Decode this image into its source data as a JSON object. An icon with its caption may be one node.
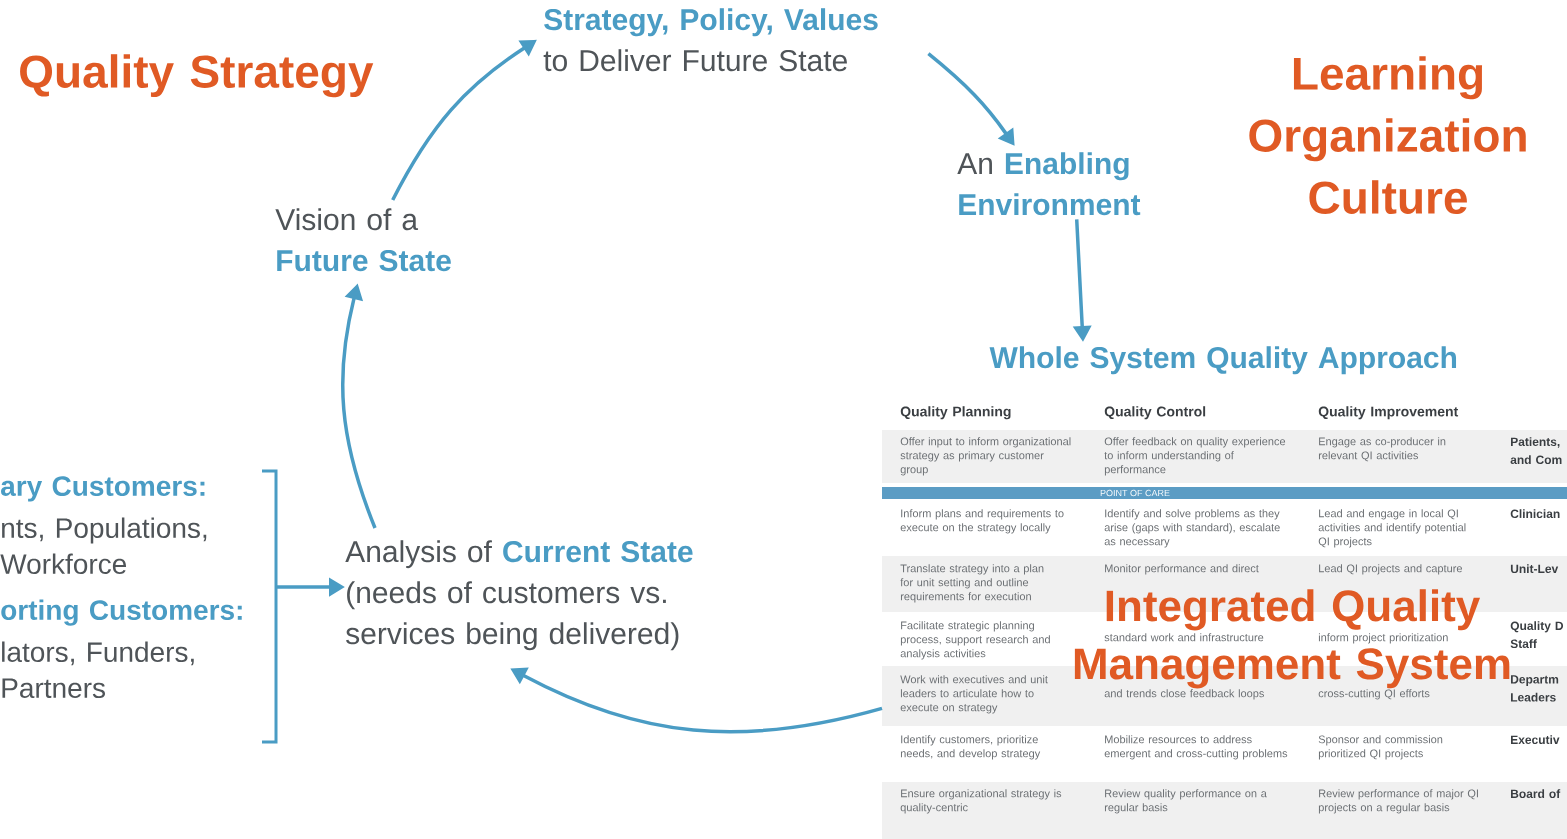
{
  "diagram": {
    "nodes": [
      {
        "text": [
          "Strategy, Policy, Values",
          "to Deliver Future State"
        ]
      },
      {
        "text": [
          "An",
          "Enabling Environment"
        ]
      },
      {
        "text": [
          "Whole System Quality Approach"
        ]
      },
      {
        "text": [
          "Analysis of",
          "Current State",
          "(needs of customers vs. services being delivered)"
        ]
      },
      {
        "text": [
          "Vision of a",
          "Future State"
        ]
      },
      {
        "text": [
          "ary Customers:",
          "nts, Populations, Workforce",
          "orting Customers:",
          "lators, Funders, Partners"
        ]
      }
    ],
    "edges": [
      {
        "from": 4,
        "to": 0,
        "arrow": "to"
      },
      {
        "from": 0,
        "to": 1,
        "arrow": "to"
      },
      {
        "from": 1,
        "to": 2,
        "arrow": "to"
      },
      {
        "from": 2,
        "to": 3,
        "arrow": "to"
      },
      {
        "from": 3,
        "to": 4,
        "arrow": "to"
      },
      {
        "from": 5,
        "to": 3,
        "arrow": "to"
      }
    ],
    "labels": [
      "Quality Strategy",
      "Learning Organization Culture",
      "Quality Planning",
      "Quality Control",
      "Quality Improvement",
      "Offer input to inform organizational strategy as primary customer group",
      "Offer feedback on quality experience to inform understanding of performance",
      "Engage as co-producer in relevant QI activities",
      "Patients, and Com",
      "POINT OF CARE",
      "Inform plans and requirements to execute on the strategy locally",
      "Identify and solve problems as they arise (gaps with standard), escalate as necessary",
      "Lead and engage in local QI activities and identify potential QI projects",
      "Clinician",
      "Translate strategy into a plan for unit setting and outline requirements for execution",
      "Monitor performance and direct",
      "Lead QI projects and capture",
      "Unit-Lev",
      "Facilitate strategic planning process, support research and analysis activities",
      "standard work and infrastructure",
      "inform project prioritization",
      "Quality D Staff",
      "Work with executives and unit leaders to articulate how to execute on strategy",
      "and trends close feedback loops",
      "cross-cutting QI efforts",
      "Departm Leaders",
      "Identify customers, prioritize needs, and develop strategy",
      "Mobilize resources to address emergent and cross-cutting problems",
      "Sponsor and commission prioritized QI projects",
      "Executiv",
      "Ensure organizational strategy is quality-centric",
      "Review quality performance on a regular basis",
      "Review performance of major QI projects on a regular basis",
      "Board of",
      "Integrated Quality Management System"
    ]
  }
}
